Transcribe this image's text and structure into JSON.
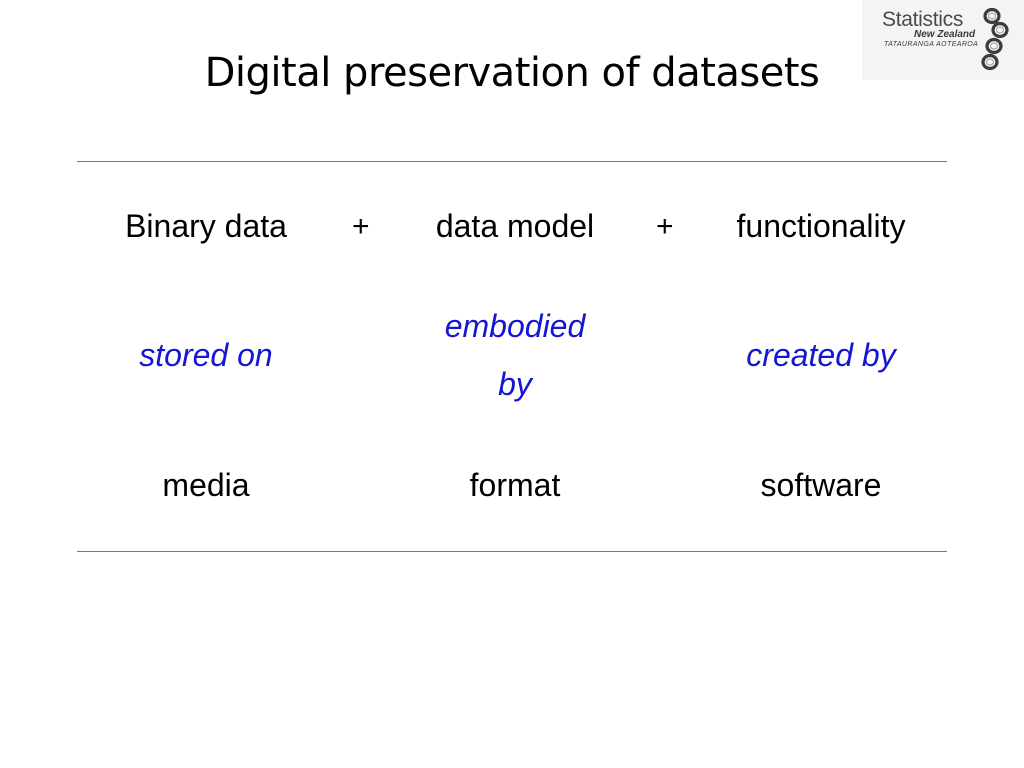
{
  "slide": {
    "title": "Digital preservation of datasets"
  },
  "logo": {
    "brand": "Statistics",
    "country": "New Zealand",
    "maori": "TATAURANGA AOTEAROA"
  },
  "row1": {
    "col1": "Binary data",
    "op1": "+",
    "col2": "data model",
    "op2": "+",
    "col3": "functionality"
  },
  "row2": {
    "col1": "stored on",
    "col2_line1": "embodied",
    "col2_line2": "by",
    "col3": "created by"
  },
  "row3": {
    "col1": "media",
    "col2": "format",
    "col3": "software"
  },
  "colors": {
    "relation_text": "#1515d4",
    "rule_line": "#5b7fa8"
  }
}
